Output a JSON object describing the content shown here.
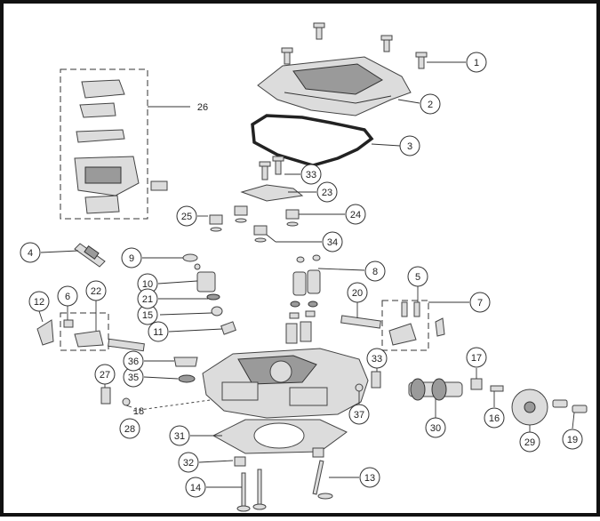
{
  "callouts": [
    "1",
    "2",
    "3",
    "4",
    "5",
    "6",
    "7",
    "8",
    "9",
    "10",
    "11",
    "12",
    "13",
    "14",
    "15",
    "16",
    "17",
    "18",
    "19",
    "20",
    "21",
    "22",
    "23",
    "24",
    "25",
    "26",
    "27",
    "28",
    "29",
    "30",
    "31",
    "32",
    "33",
    "33",
    "34",
    "35",
    "36",
    "37"
  ]
}
